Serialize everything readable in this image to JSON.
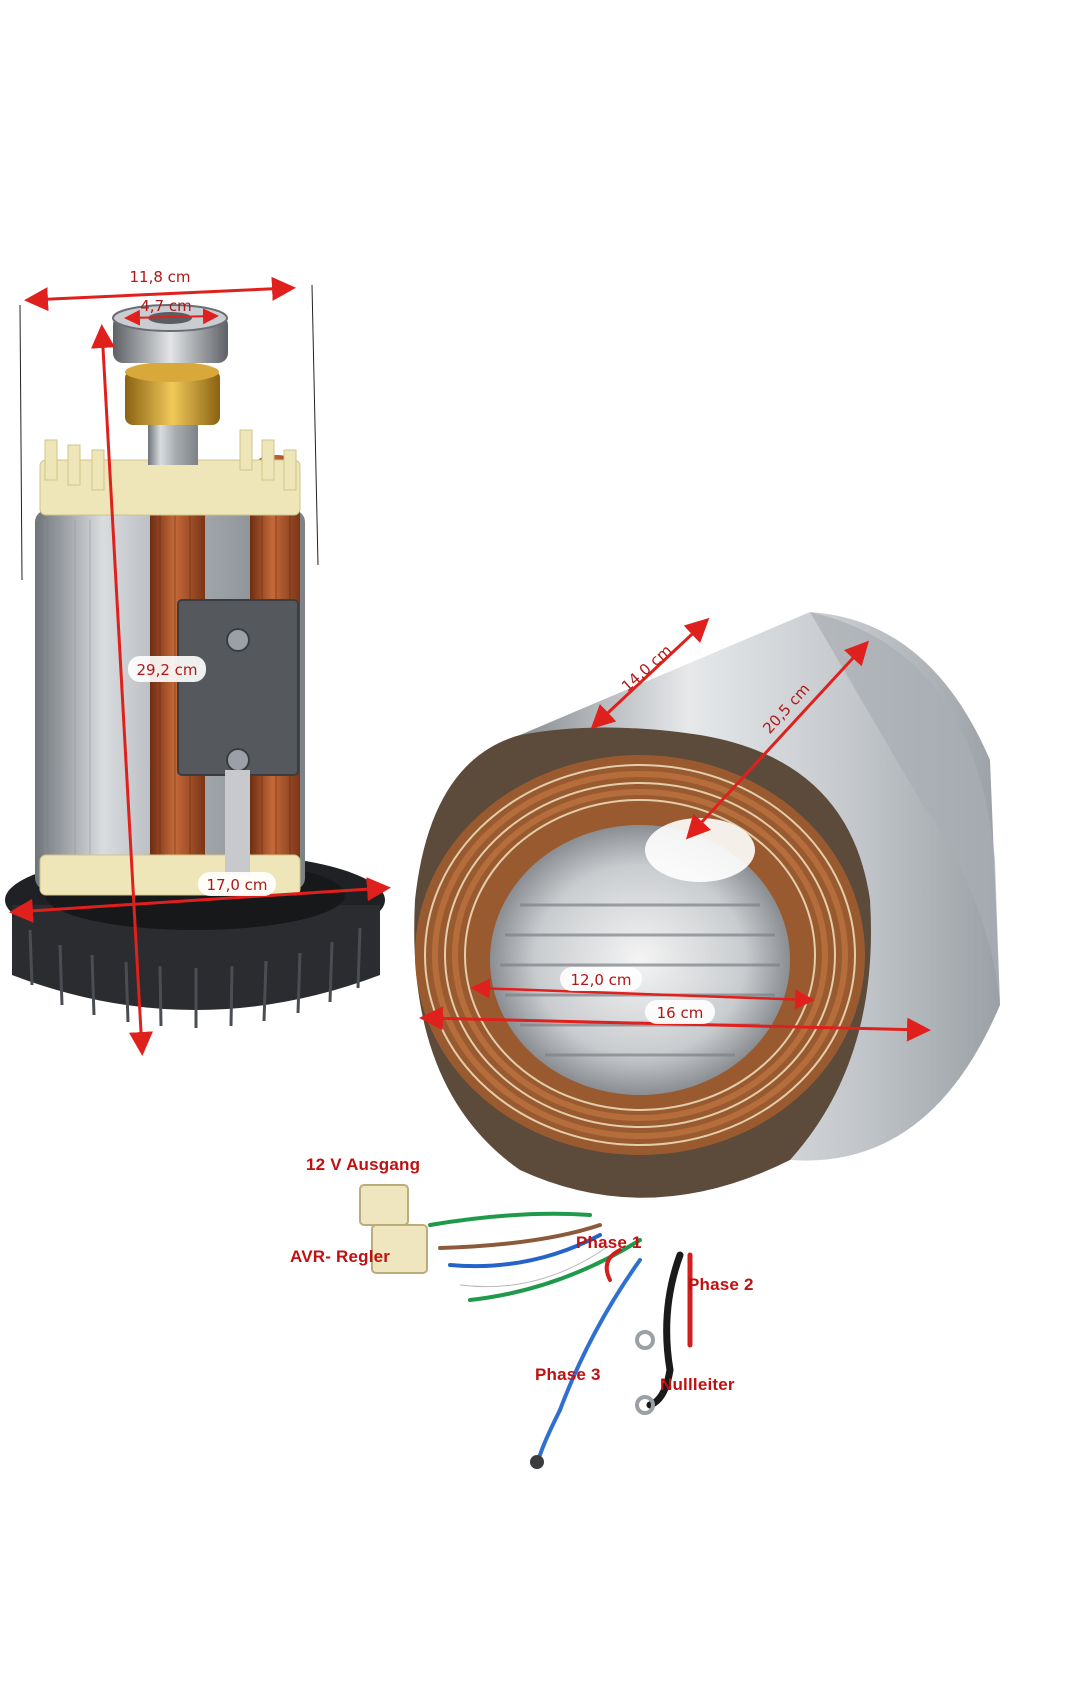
{
  "dimensions": {
    "rotor_width": "11,8 cm",
    "bearing_diameter": "4,7 cm",
    "rotor_length": "29,2 cm",
    "fan_diameter": "17,0 cm",
    "stator_length": "14,0 cm",
    "stator_outer_diameter": "20,5 cm",
    "stator_inner_diameter": "12,0 cm",
    "stator_bore_width": "16 cm"
  },
  "wire_labels": {
    "output_12v": "12 V Ausgang",
    "avr": "AVR- Regler",
    "phase1": "Phase 1",
    "phase2": "Phase 2",
    "phase3": "Phase 3",
    "neutral": "Nullleiter"
  },
  "colors": {
    "dimension_line": "#e0201c",
    "copper": "#b0572a",
    "steel": "#b9bdc2",
    "fan": "#2a2c30"
  }
}
